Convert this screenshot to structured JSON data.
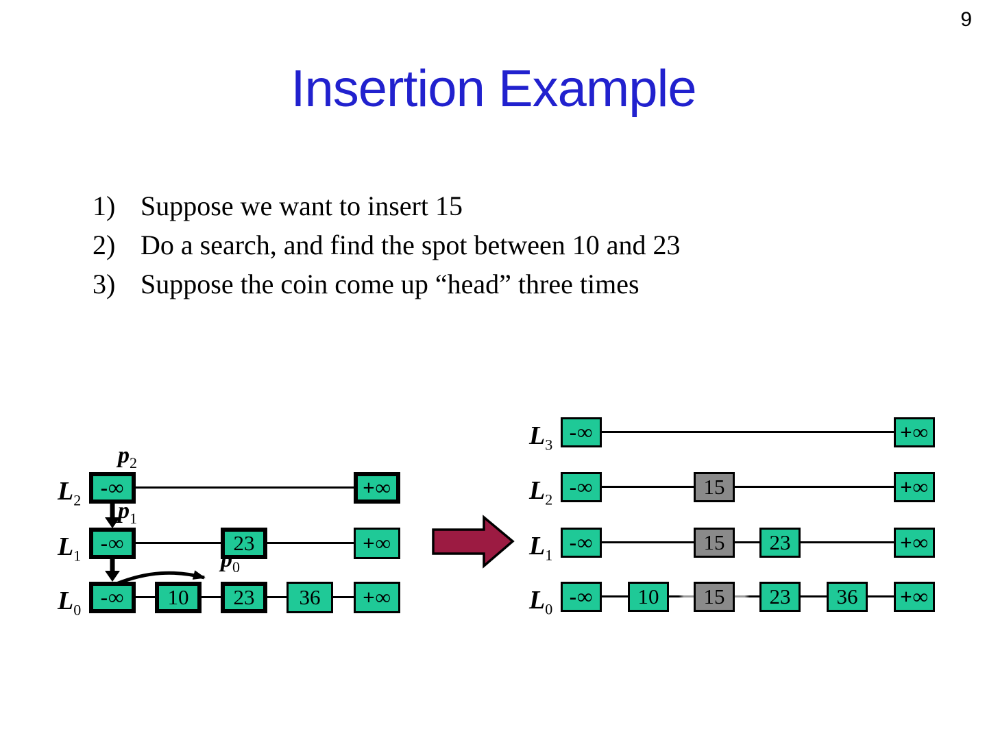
{
  "page_number": "9",
  "title": "Insertion Example",
  "steps": [
    {
      "num": "1)",
      "text": "Suppose we want to insert 15"
    },
    {
      "num": "2)",
      "text": "Do a search, and find the spot between 10 and 23"
    },
    {
      "num": "3)",
      "text": "Suppose the coin come up “head” three times"
    }
  ],
  "colors": {
    "title_blue": "#2121CE",
    "node_fill": "#1FC997",
    "new_node_fill": "#8A8A8A",
    "arrow_fill": "#9C1B42",
    "line_black": "#000000"
  },
  "before": {
    "levels": [
      {
        "label": "L",
        "sub": "2"
      },
      {
        "label": "L",
        "sub": "1"
      },
      {
        "label": "L",
        "sub": "0"
      }
    ],
    "pointers": [
      {
        "label": "p",
        "sub": "2"
      },
      {
        "label": "p",
        "sub": "1"
      },
      {
        "label": "p",
        "sub": "0"
      }
    ],
    "nodes": {
      "l2": [
        "-∞",
        "+∞"
      ],
      "l1": [
        "-∞",
        "23",
        "+∞"
      ],
      "l0": [
        "-∞",
        "10",
        "23",
        "36",
        "+∞"
      ]
    }
  },
  "after": {
    "levels": [
      {
        "label": "L",
        "sub": "3"
      },
      {
        "label": "L",
        "sub": "2"
      },
      {
        "label": "L",
        "sub": "1"
      },
      {
        "label": "L",
        "sub": "0"
      }
    ],
    "new_value": "15",
    "nodes": {
      "l3": [
        "-∞",
        "+∞"
      ],
      "l2": [
        "-∞",
        "15",
        "+∞"
      ],
      "l1": [
        "-∞",
        "15",
        "23",
        "+∞"
      ],
      "l0": [
        "-∞",
        "10",
        "15",
        "23",
        "36",
        "+∞"
      ]
    }
  }
}
